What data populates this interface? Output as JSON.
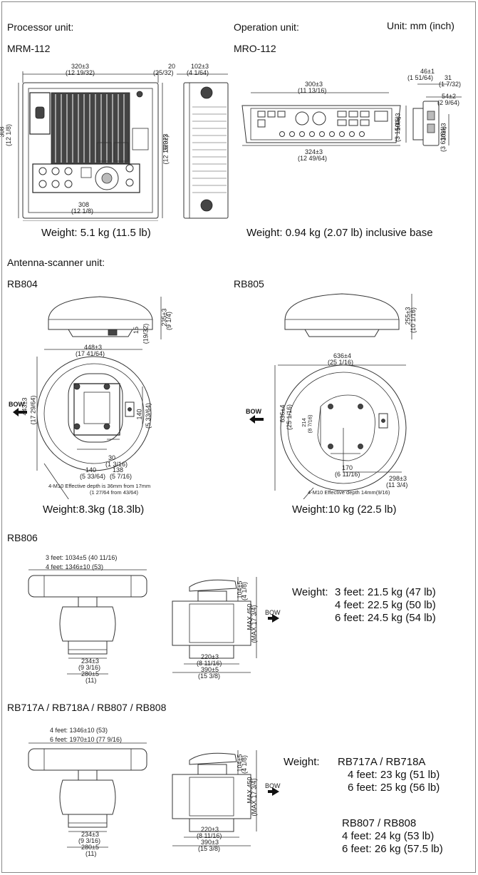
{
  "header": {
    "processor_title": "Processor unit:",
    "processor_model": "MRM-112",
    "operation_title": "Operation unit:",
    "operation_model": "MRO-112",
    "unit_note": "Unit: mm (inch)"
  },
  "processor": {
    "dim_width": "320±3",
    "dim_width_in": "(12 19/32)",
    "dim_depth_a": "20",
    "dim_depth_a_in": "(25/32)",
    "dim_depth_b": "102±3",
    "dim_depth_b_in": "(4 1/64)",
    "dim_left": "308",
    "dim_left_in": "(12 1/8)",
    "dim_height": "320±3",
    "dim_height_in": "(12 19/32)",
    "dim_bottom": "308",
    "dim_bottom_in": "(12 1/8)",
    "weight": "Weight: 5.1 kg (11.5 lb)"
  },
  "operation": {
    "dim_top": "300±3",
    "dim_top_in": "(11 13/16)",
    "dim_bottom": "324±3",
    "dim_bottom_in": "(12 49/64)",
    "dim_height": "100±3",
    "dim_height_in": "(3 15/16)",
    "dim_side_a": "46±1",
    "dim_side_a_in": "(1 51/64)",
    "dim_side_b": "31",
    "dim_side_b_in": "(1 7/32)",
    "dim_side_c": "54±2",
    "dim_side_c_in": "(2 9/64)",
    "dim_side_d": "101±3",
    "dim_side_d_in": "(3 63/64)",
    "weight": "Weight: 0.94 kg (2.07 lb)  inclusive base"
  },
  "antenna": {
    "section_title": "Antenna-scanner unit:"
  },
  "rb804": {
    "model": "RB804",
    "dim_h": "235±3",
    "dim_h_in": "(9 1/4)",
    "dim_h2": "15",
    "dim_h2_in": "(19/32)",
    "dim_w": "448±3",
    "dim_w_in": "(17 41/64)",
    "dim_d": "443±3",
    "dim_d_in": "(17 29/64)",
    "dim_140v": "140",
    "dim_140v_in": "(5 33/64)",
    "dim_30": "30",
    "dim_30_in": "(1 3/16)",
    "dim_140h": "140",
    "dim_140h_in": "(5 33/64)",
    "dim_138": "138",
    "dim_138_in": "(5 7/16)",
    "bow": "BOW",
    "note": "4-M10 Effective depth is 36mm from 17mm",
    "note_in": "(1 27/64 from 43/64)",
    "weight": "Weight:8.3kg (18.3lb)"
  },
  "rb805": {
    "model": "RB805",
    "dim_h": "255±3",
    "dim_h_in": "(10 1/16)",
    "dim_w": "636±4",
    "dim_w_in": "(25 1/16)",
    "dim_d": "636±4",
    "dim_d_in": "(25 1/16)",
    "dim_214": "214",
    "dim_214_in": "(8 7/16)",
    "dim_170": "170",
    "dim_170_in": "(6 11/16)",
    "dim_298": "298±3",
    "dim_298_in": "(11 3/4)",
    "bow": "BOW",
    "note": "4-M10  Effective  depth  14mm(9/16)",
    "weight": "Weight:10 kg (22.5 lb)"
  },
  "rb806": {
    "model": "RB806",
    "len_3ft": "3 feet: 1034±5 (40 11/16)",
    "len_4ft": "4 feet: 1346±10 (53)",
    "dim_234": "234±3",
    "dim_234_in": "(9 3/16)",
    "dim_280": "280±5",
    "dim_280_in": "(11)",
    "dim_220": "220±3",
    "dim_220_in": "(8 11/16)",
    "dim_390": "390±5",
    "dim_390_in": "(15 3/8)",
    "dim_104": "104±5",
    "dim_104_in": "(4 1/8)",
    "dim_max": "MAX.450",
    "dim_max_in": "(MAX.17 3/4)",
    "bow": "BOW",
    "weight_label": "Weight:",
    "weights": [
      "3 feet: 21.5 kg (47 lb)",
      "4 feet: 22.5 kg (50 lb)",
      "6 feet: 24.5 kg (54 lb)"
    ]
  },
  "rb717": {
    "model": "RB717A / RB718A / RB807 / RB808",
    "len_4ft": "4 feet: 1346±10 (53)",
    "len_6ft": "6 feet: 1970±10 (77 9/16)",
    "dim_234": "234±3",
    "dim_234_in": "(9 3/16)",
    "dim_280": "280±5",
    "dim_280_in": "(11)",
    "dim_220": "220±3",
    "dim_220_in": "(8 11/16)",
    "dim_390": "390±3",
    "dim_390_in": "(15 3/8)",
    "dim_104": "104±5",
    "dim_104_in": "(4 1/8)",
    "dim_max": "MAX.450",
    "dim_max_in": "(MAX.17 3/4)",
    "bow": "BOW",
    "weight_label": "Weight:",
    "group_a": "RB717A / RB718A",
    "group_a_weights": [
      "4 feet: 23 kg (51 lb)",
      "6 feet: 25 kg (56 lb)"
    ],
    "group_b": "RB807 / RB808",
    "group_b_weights": [
      "4 feet: 24 kg (53 lb)",
      "6 feet: 26 kg (57.5 lb)"
    ]
  }
}
